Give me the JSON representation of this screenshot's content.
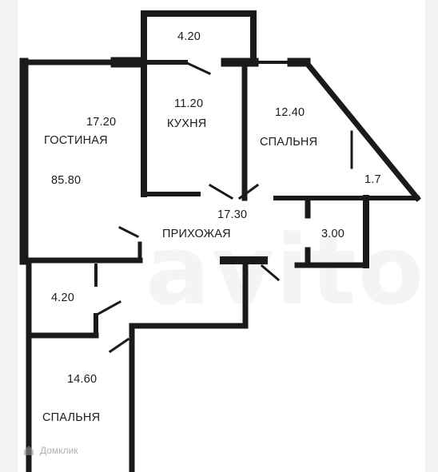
{
  "plan": {
    "labels": {
      "living_area": "17.20",
      "living_name": "ГОСТИНАЯ",
      "total_area": "85.80",
      "balcony_top_area": "4.20",
      "kitchen_area": "11.20",
      "kitchen_name": "КУХНЯ",
      "bedroom1_area": "12.40",
      "bedroom1_name": "СПАЛЬНЯ",
      "balcony_right_area": "1.7",
      "hall_area": "17.30",
      "hall_name": "ПРИХОЖАЯ",
      "bathroom_area": "3.00",
      "small_room_area": "4.20",
      "bedroom2_area": "14.60",
      "bedroom2_name": "СПАЛЬНЯ"
    },
    "watermark": "avito",
    "brand": "Домклик"
  },
  "colors": {
    "wall": "#1a1a1a",
    "background": "#ffffff",
    "band": "#f3f3f3"
  }
}
